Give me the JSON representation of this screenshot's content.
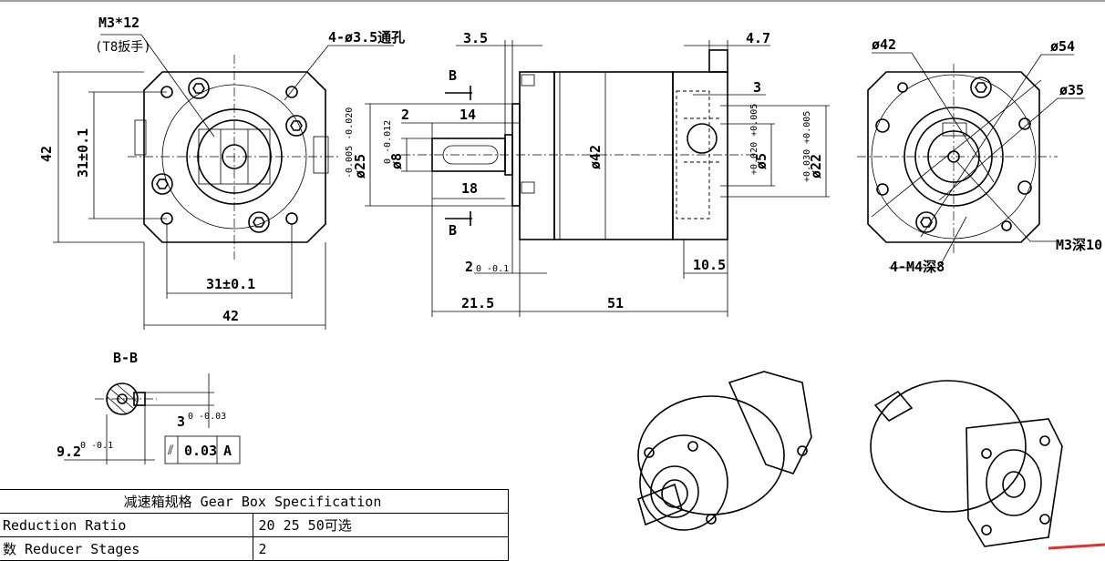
{
  "front_view": {
    "screw_label": "M3*12",
    "wrench_label": "(T8扳手)",
    "hole_label": "4-ø3.5通孔",
    "height_42": "42",
    "height_31": "31±0.1",
    "width_31": "31±0.1",
    "width_42": "42"
  },
  "side_view": {
    "d_3_5": "3.5",
    "d_4_7": "4.7",
    "d_3": "3",
    "d_2": "2",
    "d_14": "14",
    "d_18": "18",
    "d_phi25": "ø25",
    "d_phi25_tol": "-0.005 -0.020",
    "d_phi8": "ø8",
    "d_phi8_tol": "0 -0.012",
    "d_phi42": "ø42",
    "d_phi5": "ø5",
    "d_phi5_tol": "+0.020 +0.005",
    "d_phi22": "ø22",
    "d_phi22_tol": "+0.030 +0.005",
    "d_2_tol_main": "2",
    "d_2_tol": "0 -0.1",
    "d_21_5": "21.5",
    "d_51": "51",
    "d_10_5": "10.5",
    "section_mark_b": "B"
  },
  "rear_view": {
    "d_phi42": "ø42",
    "d_phi54": "ø54",
    "d_phi35": "ø35",
    "m3_label": "M3深10",
    "m4_label": "4-M4深8"
  },
  "section_bb": {
    "title": "B-B",
    "d_3": "3",
    "d_3_tol": "0 -0.03",
    "d_9_2": "9.2",
    "d_9_2_tol": "0 -0.1",
    "tol_symbol": "⫽",
    "tol_value": "0.03",
    "tol_datum": "A"
  },
  "spec_table": {
    "title": "减速箱规格 Gear Box Specification",
    "rows": [
      {
        "label": "Reduction Ratio",
        "value": "20  25  50可选"
      },
      {
        "label": "数 Reducer Stages",
        "value": "2"
      }
    ]
  }
}
